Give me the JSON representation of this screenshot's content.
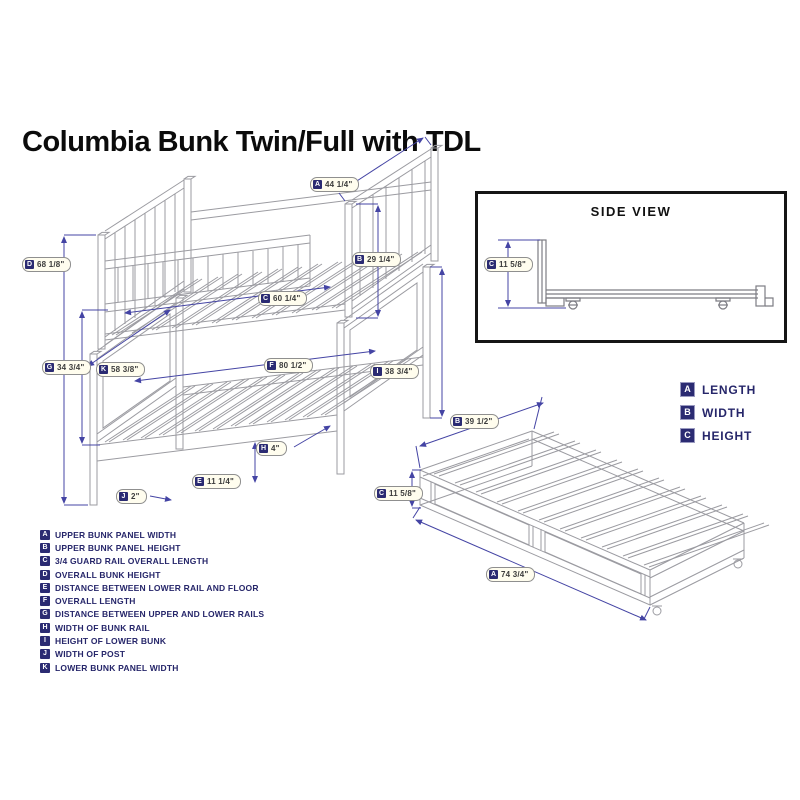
{
  "title": "Columbia Bunk Twin/Full with TDL",
  "side_view": {
    "title": "SIDE VIEW"
  },
  "colors": {
    "badge": "#2b2b72",
    "dimension_line": "#4444a4",
    "line_art": "#9b9ba1",
    "pill_background": "#fffdee",
    "legend_text": "#26266a"
  },
  "bunk_dims": {
    "A": {
      "letter": "A",
      "value": "44 1/4\""
    },
    "B": {
      "letter": "B",
      "value": "29 1/4\""
    },
    "C": {
      "letter": "C",
      "value": "60 1/4\""
    },
    "D": {
      "letter": "D",
      "value": "68 1/8\""
    },
    "E": {
      "letter": "E",
      "value": "11 1/4\""
    },
    "F": {
      "letter": "F",
      "value": "80 1/2\""
    },
    "G": {
      "letter": "G",
      "value": "34 3/4\""
    },
    "H": {
      "letter": "H",
      "value": "4\""
    },
    "I": {
      "letter": "I",
      "value": "38 3/4\""
    },
    "J": {
      "letter": "J",
      "value": "2\""
    },
    "K": {
      "letter": "K",
      "value": "58 3/8\""
    }
  },
  "side_dims": {
    "C": {
      "letter": "C",
      "value": "11 5/8\""
    }
  },
  "trundle_dims": {
    "A": {
      "letter": "A",
      "value": "74 3/4\""
    },
    "B": {
      "letter": "B",
      "value": "39 1/2\""
    },
    "C": {
      "letter": "C",
      "value": "11 5/8\""
    }
  },
  "dim_key": {
    "items": [
      {
        "letter": "A",
        "label": "LENGTH"
      },
      {
        "letter": "B",
        "label": "WIDTH"
      },
      {
        "letter": "C",
        "label": "HEIGHT"
      }
    ]
  },
  "legend": {
    "items": [
      {
        "letter": "A",
        "label": "UPPER BUNK PANEL WIDTH"
      },
      {
        "letter": "B",
        "label": "UPPER BUNK PANEL HEIGHT"
      },
      {
        "letter": "C",
        "label": "3/4 GUARD RAIL OVERALL LENGTH"
      },
      {
        "letter": "D",
        "label": "OVERALL BUNK HEIGHT"
      },
      {
        "letter": "E",
        "label": "DISTANCE BETWEEN LOWER RAIL AND FLOOR"
      },
      {
        "letter": "F",
        "label": "OVERALL LENGTH"
      },
      {
        "letter": "G",
        "label": "DISTANCE BETWEEN UPPER AND LOWER RAILS"
      },
      {
        "letter": "H",
        "label": "WIDTH OF BUNK RAIL"
      },
      {
        "letter": "I",
        "label": "HEIGHT OF LOWER BUNK"
      },
      {
        "letter": "J",
        "label": "WIDTH OF POST"
      },
      {
        "letter": "K",
        "label": "LOWER BUNK PANEL WIDTH"
      }
    ]
  }
}
